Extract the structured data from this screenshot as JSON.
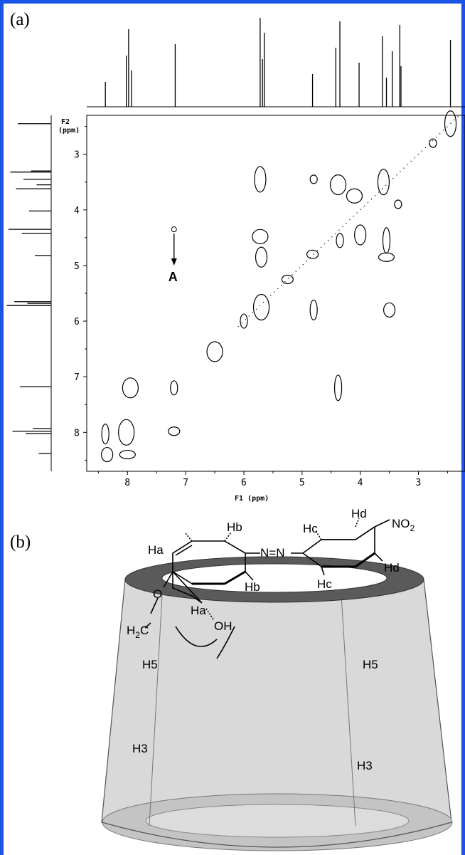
{
  "panel_a": {
    "label": "(a)",
    "chart_data": {
      "type": "heatmap",
      "title": "",
      "xlabel": "F1 (ppm)",
      "ylabel_line1": "F2",
      "ylabel_line2": "(ppm)",
      "xlim": [
        8.7,
        2.2
      ],
      "ylim": [
        2.3,
        8.7
      ],
      "x_axis_reversed": true,
      "y_axis_reversed": true,
      "x_ticks": [
        8,
        7,
        6,
        5,
        4,
        3
      ],
      "y_ticks": [
        3,
        4,
        5,
        6,
        7,
        8
      ],
      "projection_peaks_ppm": [
        8.38,
        8.02,
        7.98,
        7.93,
        7.18,
        5.72,
        5.68,
        5.65,
        4.82,
        4.42,
        4.35,
        4.02,
        3.62,
        3.55,
        3.45,
        3.32,
        3.3,
        2.45
      ],
      "cross_peaks": [
        {
          "x": 4.8,
          "y": 3.45
        },
        {
          "x": 5.72,
          "y": 3.45
        },
        {
          "x": 4.38,
          "y": 3.55
        },
        {
          "x": 4.35,
          "y": 4.55
        },
        {
          "x": 4.82,
          "y": 4.8
        },
        {
          "x": 5.7,
          "y": 5.75
        },
        {
          "x": 4.8,
          "y": 5.8
        },
        {
          "x": 3.5,
          "y": 5.8
        },
        {
          "x": 3.55,
          "y": 4.85
        },
        {
          "x": 3.55,
          "y": 4.55
        },
        {
          "x": 5.7,
          "y": 4.85
        },
        {
          "x": 5.72,
          "y": 4.48
        },
        {
          "x": 3.35,
          "y": 3.9
        },
        {
          "x": 3.6,
          "y": 3.5
        },
        {
          "x": 7.95,
          "y": 7.2
        },
        {
          "x": 7.2,
          "y": 7.2
        },
        {
          "x": 7.2,
          "y": 7.98
        },
        {
          "x": 8.02,
          "y": 8.0
        },
        {
          "x": 8.38,
          "y": 8.03
        },
        {
          "x": 8.35,
          "y": 8.4
        },
        {
          "x": 8.0,
          "y": 8.4
        },
        {
          "x": 4.38,
          "y": 7.2
        },
        {
          "x": 4.0,
          "y": 4.45
        },
        {
          "x": 4.1,
          "y": 3.75
        },
        {
          "x": 2.75,
          "y": 2.8
        },
        {
          "x": 2.45,
          "y": 2.45
        },
        {
          "x": 6.5,
          "y": 6.55
        },
        {
          "x": 6.0,
          "y": 6.0
        },
        {
          "x": 5.25,
          "y": 5.25
        }
      ],
      "annotation": {
        "label": "A",
        "x": 7.2,
        "y_from": 4.35,
        "y_to": 5.0
      }
    }
  },
  "panel_b": {
    "label": "(b)",
    "atoms": {
      "hd_top": "Hd",
      "no2_main": "NO",
      "no2_sub": "2",
      "hc_left": "Hc",
      "hd_right": "Hd",
      "hc_bottom": "Hc",
      "hb_top": "Hb",
      "ha_top": "Ha",
      "azo": "N=N",
      "hb_bottom": "Hb",
      "oxygen": "O",
      "ha_bottom": "Ha",
      "oh": "OH",
      "h2c_main": "H",
      "h2c_sub": "2",
      "h2c_tail": "C",
      "h5_left": "H5",
      "h5_right": "H5",
      "h3_left": "H3",
      "h3_right": "H3"
    }
  },
  "colors": {
    "frame": "#1a53e6",
    "ink": "#000000",
    "cd_body": "#d6d6d6",
    "cd_rim": "#5a5a5a"
  }
}
